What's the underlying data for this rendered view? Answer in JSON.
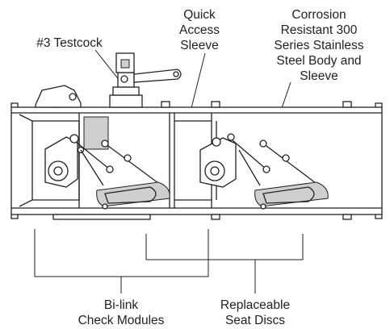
{
  "diagram": {
    "labels": {
      "testcock": "#3 Testcock",
      "quick_access": [
        "Quick",
        "Access",
        "Sleeve"
      ],
      "corrosion": [
        "Corrosion",
        "Resistant 300",
        "Series Stainless",
        "Steel Body and",
        "Sleeve"
      ],
      "bilink": [
        "Bi-link",
        "Check Modules"
      ],
      "seat_discs": [
        "Replaceable",
        "Seat Discs"
      ]
    },
    "colors": {
      "line": "#222222",
      "shade": "#cfcfcf",
      "background": "#ffffff"
    }
  }
}
